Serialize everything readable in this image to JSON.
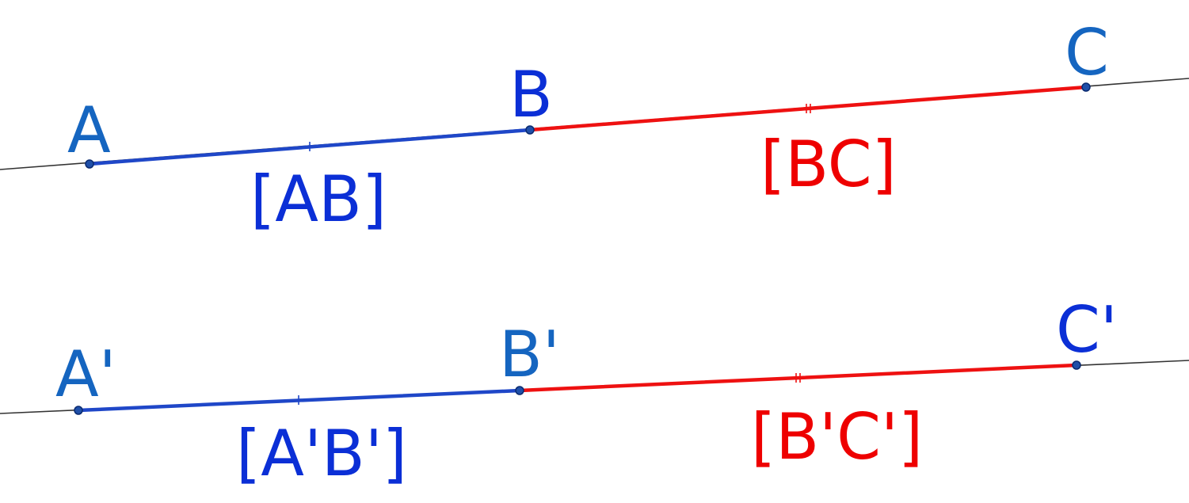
{
  "figure": {
    "colors": {
      "line": "#333333",
      "segment_first": "#1f47c8",
      "segment_second": "#ee1111",
      "point_fill": "#1f4fa8",
      "point_stroke": "#0a2a70",
      "label_point": "#1565c0",
      "label_point_alt": "#0b2fd6",
      "label_first": "#0b2fd6",
      "label_second": "#ee0000"
    },
    "top": {
      "points": {
        "A": "A",
        "B": "B",
        "C": "C"
      },
      "segments": {
        "AB": "[AB]",
        "BC": "[BC]"
      }
    },
    "bottom": {
      "points": {
        "A": "A'",
        "B": "B'",
        "C": "C'"
      },
      "segments": {
        "AB": "[A'B']",
        "BC": "[B'C']"
      }
    }
  }
}
